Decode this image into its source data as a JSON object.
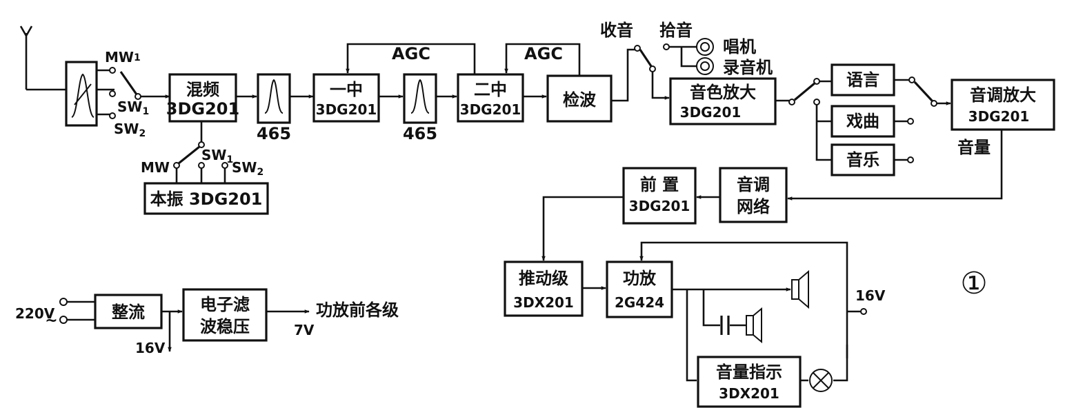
{
  "figure_number": "①",
  "blocks": {
    "mixer": [
      "混频",
      "3DG201"
    ],
    "filter1": "465",
    "if1": [
      "一中",
      "3DG201"
    ],
    "filter2": "465",
    "if2": [
      "二中",
      "3DG201"
    ],
    "detector": "检波",
    "tone_amp": [
      "音色放大",
      "3DG201"
    ],
    "lang": "语言",
    "opera": "戏曲",
    "music": "音乐",
    "pitch_amp": [
      "音调放大",
      "3DG201"
    ],
    "volume": "音量",
    "local_osc": "本振 3DG201",
    "pre": [
      "前  置",
      "3DG201"
    ],
    "tone_net": [
      "音调",
      "网络"
    ],
    "driver": [
      "推动级",
      "3DX201"
    ],
    "power": [
      "功放",
      "2G424"
    ],
    "vu": [
      "音量指示",
      "3DX201"
    ],
    "rect": "整流",
    "filt": [
      "电子滤",
      "波稳压"
    ]
  },
  "labels": {
    "agc": "AGC",
    "mw1": "MW",
    "mw1_sub": "1",
    "mw": "MW",
    "sw": "SW",
    "sw1_sub": "1",
    "sw2_sub": "2",
    "radio": "收音",
    "pickup": "拾音",
    "phono": "唱机",
    "recorder": "录音机",
    "v16": "16V",
    "v220": "220V",
    "tilde": "~",
    "v7": "7V",
    "pre_stages": "功放前各级"
  }
}
